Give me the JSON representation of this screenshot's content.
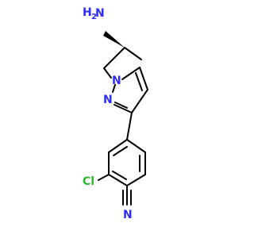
{
  "structure": {
    "labels": {
      "amine": "H",
      "amine_sub": "2",
      "amine_n": "N",
      "pyrazole_n1": "N",
      "pyrazole_n2": "N",
      "chloro": "Cl",
      "nitrile_n": "N"
    },
    "colors": {
      "bond": "#000000",
      "nitrogen": "#2b2bff",
      "chlorine": "#2db82d"
    }
  }
}
